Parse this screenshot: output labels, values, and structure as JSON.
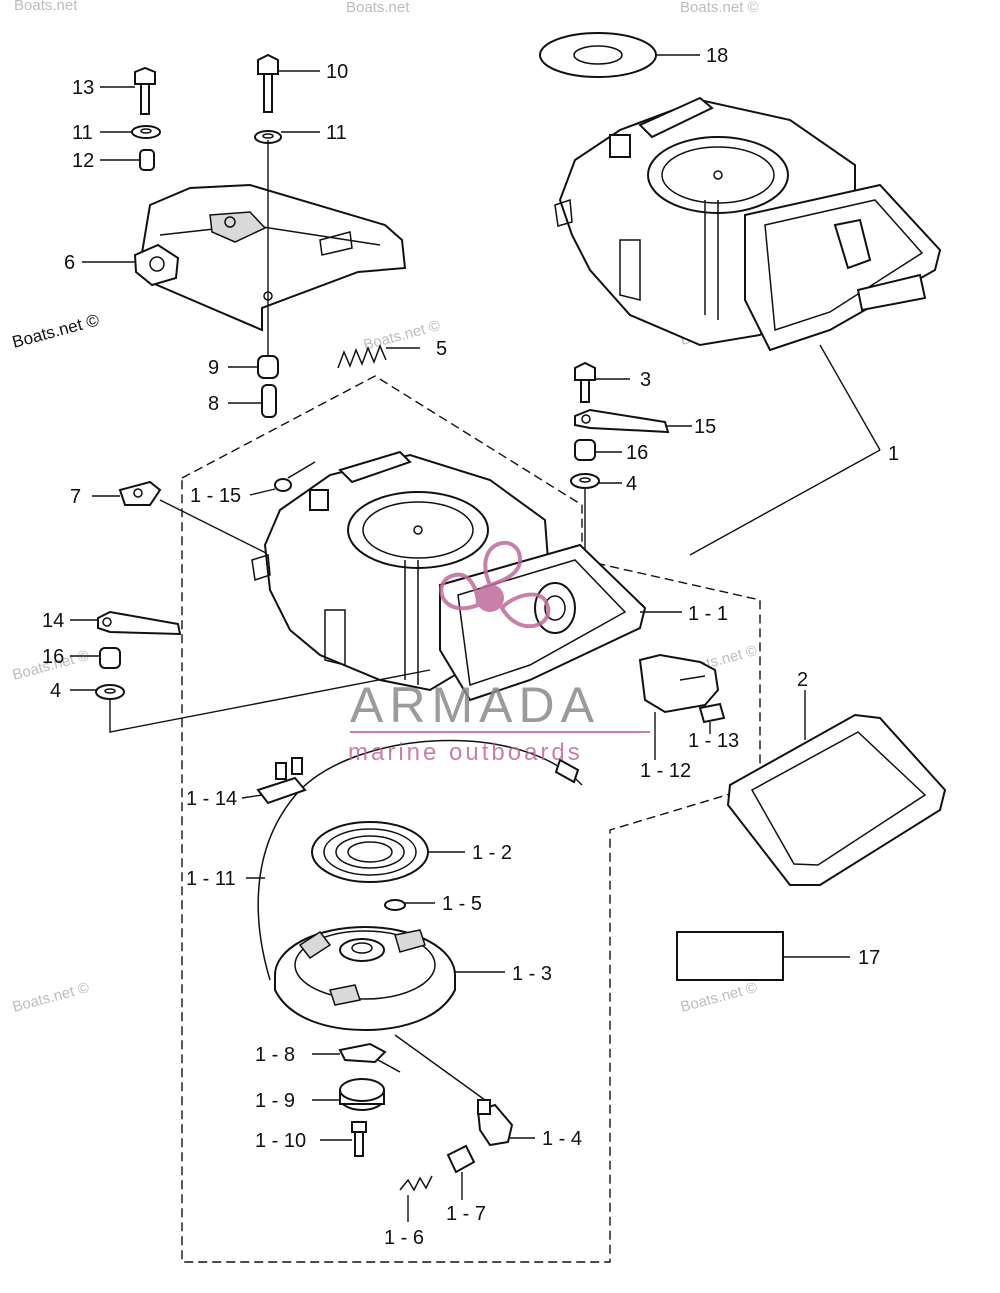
{
  "watermarks": [
    "Boats.net",
    "Boats.net",
    "Boats.net ©",
    "Boats.net ©",
    "Boats.net ©",
    "Boats.net ©",
    "Boats.net ©",
    "Boats.net ©",
    "Boats.net ©"
  ],
  "copyright": "Boats.net ©",
  "logo": {
    "brand": "ARMADA",
    "tagline": "marine outboards",
    "colors": {
      "brand": "#8a8a8a",
      "accent": "#c06a9a"
    }
  },
  "callouts": [
    "18",
    "13",
    "10",
    "11",
    "11",
    "12",
    "6",
    "9",
    "5",
    "8",
    "3",
    "15",
    "16",
    "4",
    "1",
    "7",
    "1 - 15",
    "14",
    "16",
    "4",
    "1 - 1",
    "2",
    "1 - 13",
    "1 - 12",
    "1 - 14",
    "1 - 2",
    "1 - 11",
    "1 - 5",
    "1 - 3",
    "17",
    "1 - 8",
    "1 - 9",
    "1 - 4",
    "1 - 10",
    "1 - 7",
    "1 - 6"
  ]
}
